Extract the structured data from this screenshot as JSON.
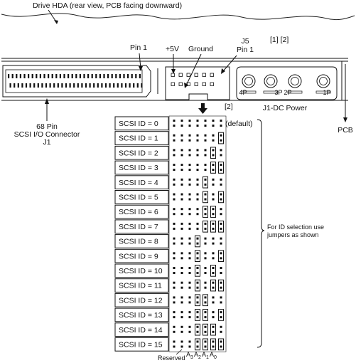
{
  "header": {
    "drive_label": "Drive HDA (rear view, PCB facing downward)",
    "ref_12": "[1] [2]",
    "ref_2": "[2]"
  },
  "connectors": {
    "pin1_label": "Pin 1",
    "plus5v_label": "+5V",
    "ground_label": "Ground",
    "j5_label": "J5",
    "j5_pin1_label": "Pin 1",
    "scsi_line1": "68 Pin",
    "scsi_line2": "SCSI I/O Connector",
    "scsi_line3": "J1",
    "power_label": "J1-DC Power",
    "power_pins": [
      "4P",
      "3P",
      "2P",
      "1P"
    ],
    "pcb_label": "PCB"
  },
  "jumpers": {
    "default_note": "(default)",
    "note_line1": "For ID selection use",
    "note_line2": "jumpers as shown",
    "reserved_label": "Reserved",
    "addr_labels": [
      "A3",
      "A2",
      "A1",
      "A0"
    ],
    "addr_base": [
      "A",
      "A",
      "A",
      "A"
    ],
    "addr_sub": [
      "3",
      "2",
      "1",
      "0"
    ],
    "id_rows": [
      {
        "label": "SCSI ID = 0",
        "bits": [
          0,
          0,
          0,
          0
        ]
      },
      {
        "label": "SCSI ID = 1",
        "bits": [
          0,
          0,
          0,
          1
        ]
      },
      {
        "label": "SCSI ID = 2",
        "bits": [
          0,
          0,
          1,
          0
        ]
      },
      {
        "label": "SCSI ID = 3",
        "bits": [
          0,
          0,
          1,
          1
        ]
      },
      {
        "label": "SCSI ID = 4",
        "bits": [
          0,
          1,
          0,
          0
        ]
      },
      {
        "label": "SCSI ID = 5",
        "bits": [
          0,
          1,
          0,
          1
        ]
      },
      {
        "label": "SCSI ID = 6",
        "bits": [
          0,
          1,
          1,
          0
        ]
      },
      {
        "label": "SCSI ID = 7",
        "bits": [
          0,
          1,
          1,
          1
        ]
      },
      {
        "label": "SCSI ID = 8",
        "bits": [
          1,
          0,
          0,
          0
        ]
      },
      {
        "label": "SCSI ID = 9",
        "bits": [
          1,
          0,
          0,
          1
        ]
      },
      {
        "label": "SCSI ID = 10",
        "bits": [
          1,
          0,
          1,
          0
        ]
      },
      {
        "label": "SCSI ID = 11",
        "bits": [
          1,
          0,
          1,
          1
        ]
      },
      {
        "label": "SCSI ID = 12",
        "bits": [
          1,
          1,
          0,
          0
        ]
      },
      {
        "label": "SCSI ID = 13",
        "bits": [
          1,
          1,
          0,
          1
        ]
      },
      {
        "label": "SCSI ID = 14",
        "bits": [
          1,
          1,
          1,
          0
        ]
      },
      {
        "label": "SCSI ID = 15",
        "bits": [
          1,
          1,
          1,
          1
        ]
      }
    ]
  }
}
